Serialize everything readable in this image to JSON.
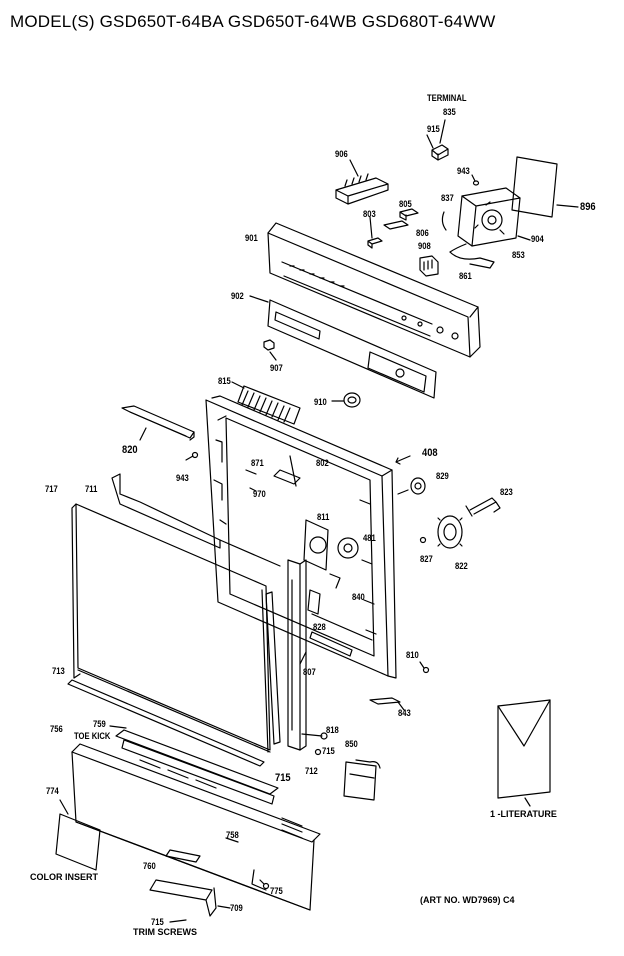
{
  "title": "MODEL(S) GSD650T-64BA  GSD650T-64WB  GSD680T-64WW",
  "labels": {
    "terminal": "TERMINAL",
    "p835": "835",
    "p915": "915",
    "p906": "906",
    "p943a": "943",
    "p896": "896",
    "p837": "837",
    "p805": "805",
    "p803": "803",
    "p806": "806",
    "p901": "901",
    "p908": "908",
    "p904": "904",
    "p861": "861",
    "p853": "853",
    "p902": "902",
    "p907": "907",
    "p815": "815",
    "p910": "910",
    "p820": "820",
    "p943b": "943",
    "p871": "871",
    "p802": "802",
    "p408": "408",
    "p829": "829",
    "p717": "717",
    "p711": "711",
    "p970": "970",
    "p823": "823",
    "p811": "811",
    "p481": "481",
    "p827": "827",
    "p822": "822",
    "p840": "840",
    "p828": "828",
    "p810": "810",
    "p713": "713",
    "p807": "807",
    "p843": "843",
    "p818": "818",
    "p759": "759",
    "p756": "756",
    "toe_kick": "TOE KICK",
    "p850": "850",
    "p715a": "715",
    "p715b": "715",
    "p712": "712",
    "p774": "774",
    "p758": "758",
    "p760": "760",
    "color_insert": "COLOR INSERT",
    "p775": "775",
    "p709": "709",
    "p715c": "715",
    "trim_screws": "TRIM SCREWS",
    "literature": "1 -LITERATURE",
    "art_no": "(ART NO. WD7969) C4"
  }
}
